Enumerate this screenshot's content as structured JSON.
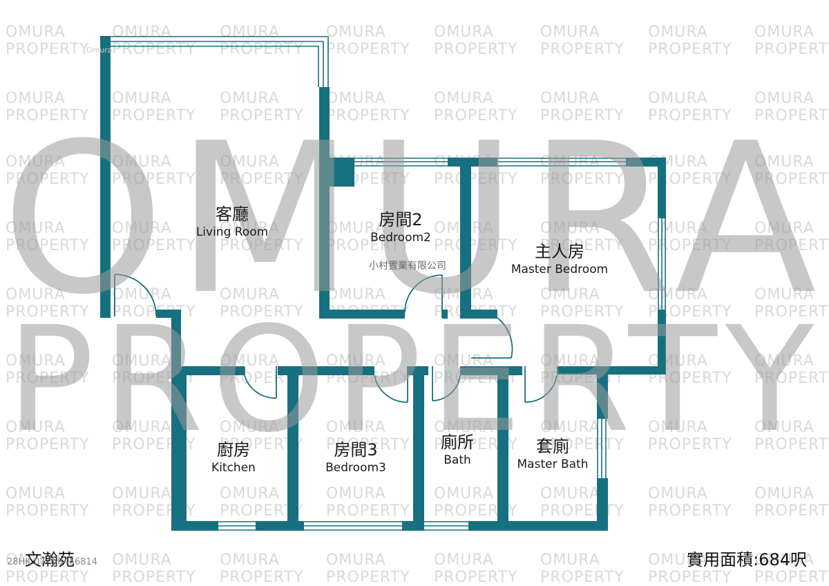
{
  "watermark": {
    "tile_line1": "OMURA",
    "tile_line2": "PROPERTY",
    "big_line1": "OMURA",
    "big_line2": "PROPERTY",
    "stripe_mark": "Omura"
  },
  "rooms": {
    "living": {
      "cn": "客廳",
      "en": "Living Room"
    },
    "bedroom2": {
      "cn": "房間2",
      "en": "Bedroom2"
    },
    "master": {
      "cn": "主人房",
      "en": "Master Bedroom"
    },
    "kitchen": {
      "cn": "廚房",
      "en": "Kitchen"
    },
    "bedroom3": {
      "cn": "房間3",
      "en": "Bedroom3"
    },
    "bath": {
      "cn": "廁所",
      "en": "Bath"
    },
    "master_bath": {
      "cn": "套廁",
      "en": "Master Bath"
    }
  },
  "agency_name": "小村置業有限公司",
  "estate_name": "文瀚苑",
  "reference_code": "28HK 07-7-8456814",
  "saleable_area": "實用面積:684呎",
  "colors": {
    "wall": "#17707f",
    "watermark_tile": "#d9d9d9",
    "watermark_big": "#9b9b9b",
    "label_text": "#1a1a1a"
  }
}
